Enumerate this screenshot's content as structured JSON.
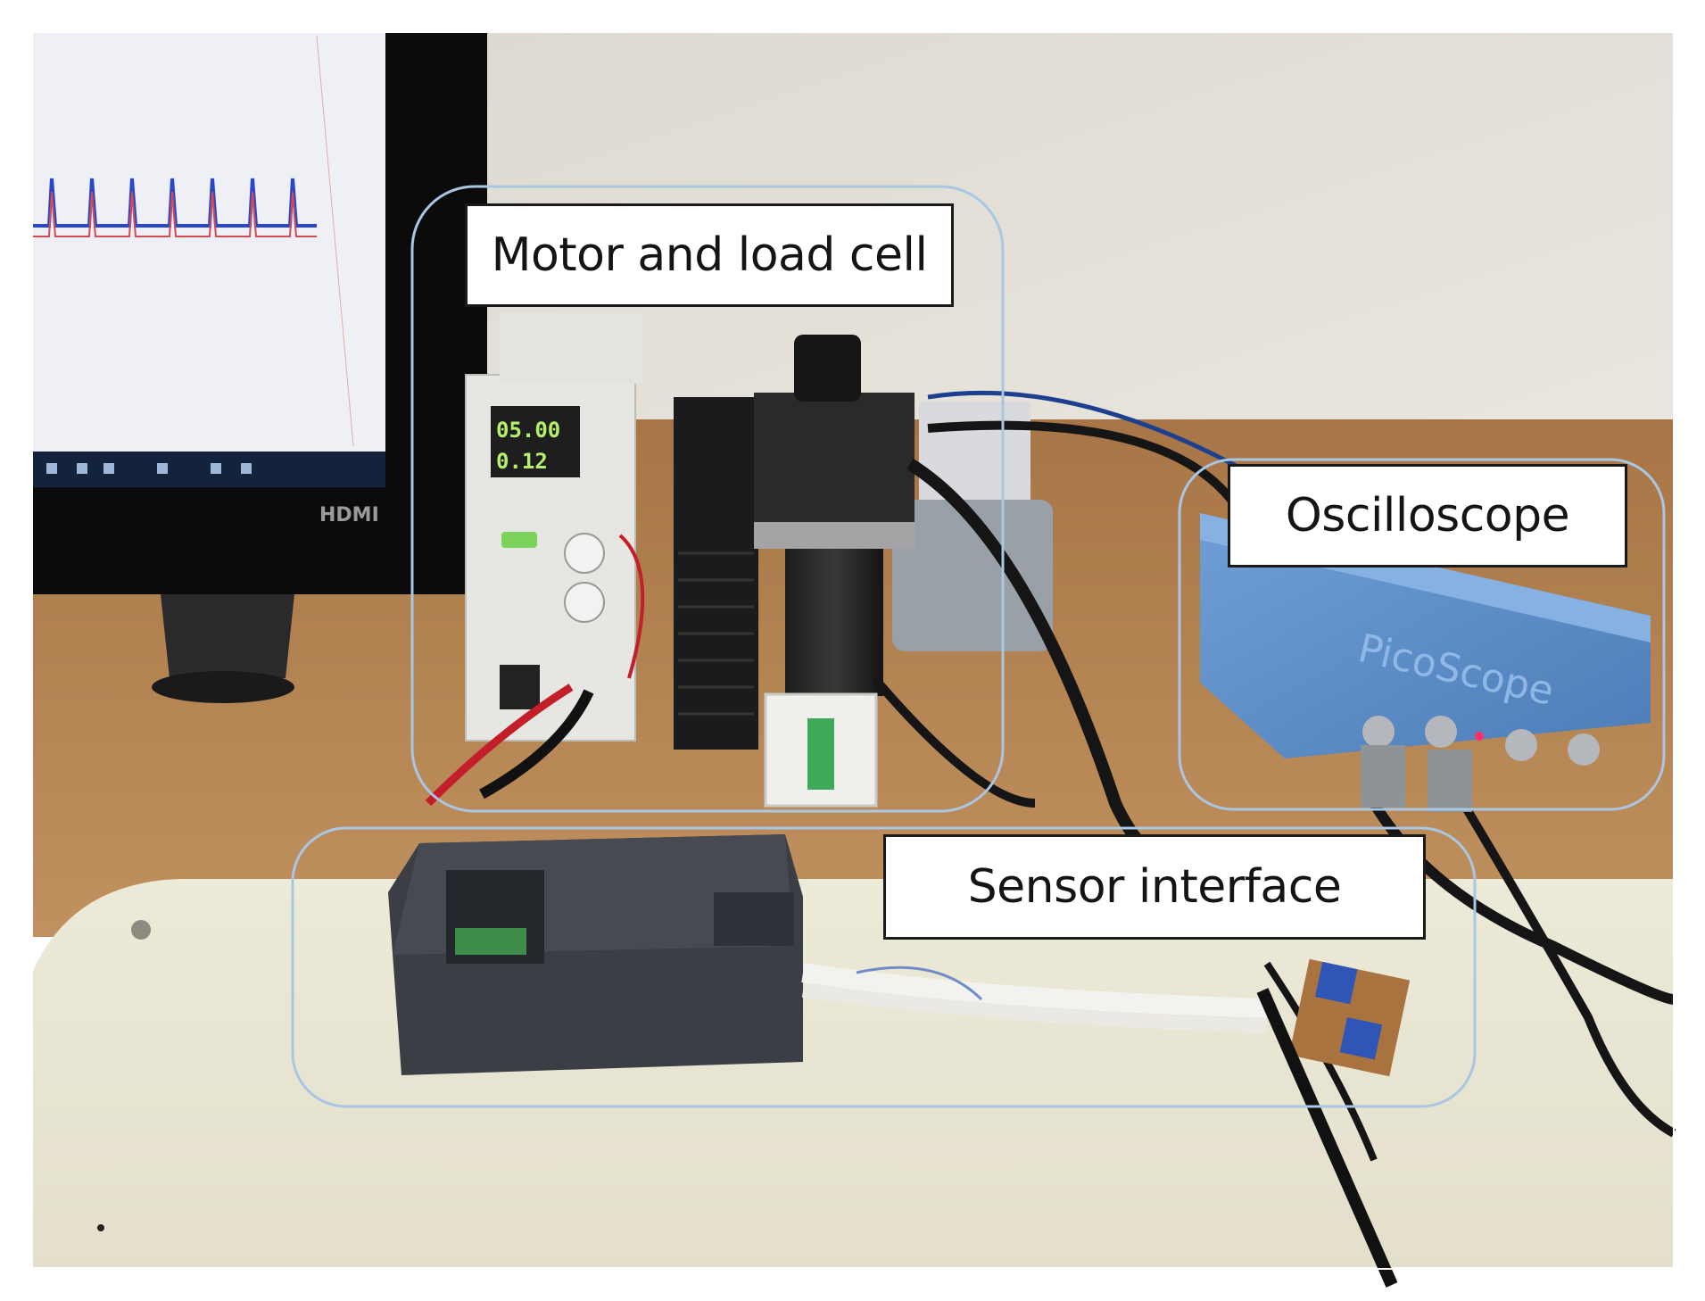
{
  "photo": {
    "labels": {
      "motor": "Motor and load cell",
      "oscilloscope": "Oscilloscope",
      "sensor": "Sensor interface"
    },
    "device_text": {
      "picoscope": "PicoScope",
      "hdmi": "HDMI",
      "psu_voltage": "05.00",
      "psu_current": "0.12"
    },
    "colors": {
      "highlight_box": "#a9c6e3",
      "wall": "#e4e1d8",
      "desk": "#b8834f",
      "table": "#e9e6d5",
      "scope_blue": "#5f90c9",
      "enclosure": "#3b3e45"
    }
  }
}
